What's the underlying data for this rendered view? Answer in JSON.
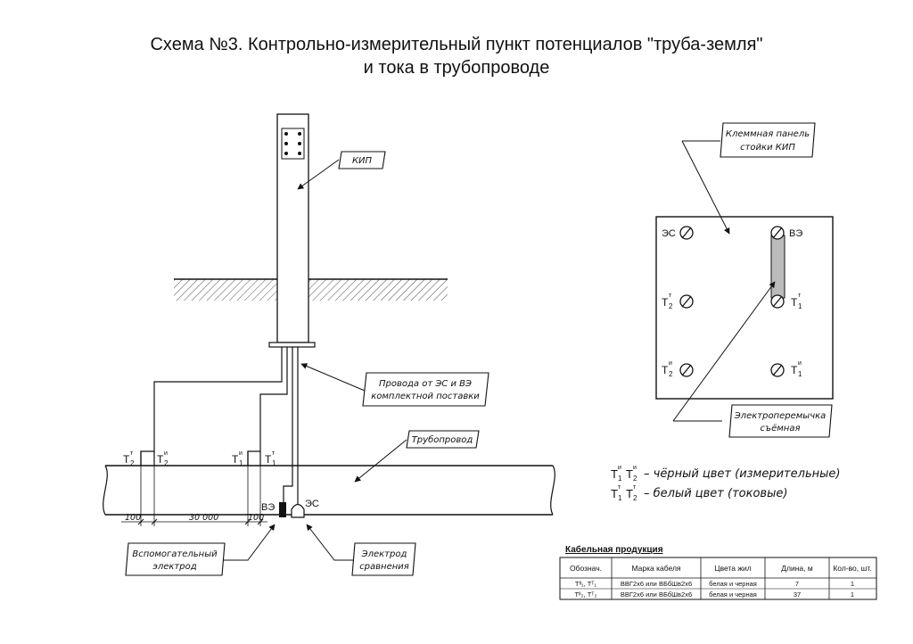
{
  "title": {
    "line1": "Схема №3. Контрольно-измерительный пункт потенциалов \"труба-земля\"",
    "line2": "и тока в трубопроводе"
  },
  "callouts": {
    "kip": "КИП",
    "wires_line1": "Провода от ЭС и ВЭ",
    "wires_line2": "комплектной поставки",
    "pipeline": "Трубопровод",
    "aux_electrode_line1": "Вспомогательный",
    "aux_electrode_line2": "электрод",
    "ref_electrode_line1": "Электрод",
    "ref_electrode_line2": "сравнения",
    "terminal_panel_line1": "Клеммная панель",
    "terminal_panel_line2": "стойки КИП",
    "jumper_line1": "Электроперемычка",
    "jumper_line2": "съёмная"
  },
  "pipe_labels": {
    "t2": "T",
    "t1": "T",
    "sub1": "1",
    "sub2": "2",
    "sup_t": "т",
    "sup_i": "и",
    "ve": "ВЭ",
    "es": "ЭС"
  },
  "dimensions": {
    "d1": "100",
    "d2": "30 000",
    "d3": "100"
  },
  "panel": {
    "es": "ЭС",
    "ve": "ВЭ",
    "t": "T",
    "sub1": "1",
    "sub2": "2",
    "sup_t": "т",
    "sup_i": "и"
  },
  "legend": {
    "line1": "– чёрный цвет (измерительные)",
    "line2": "– белый цвет (токовые)"
  },
  "cable_table": {
    "title": "Кабельная продукция",
    "headers": [
      "Обознач.",
      "Марка кабеля",
      "Цвета жил",
      "Длина, м",
      "Кол-во, шт."
    ],
    "rows": [
      [
        "Тᴵᴵ₁, Тᵀ₁",
        "ВВГ2х6 или ВБбШв2х6",
        "белая и черная",
        "7",
        "1"
      ],
      [
        "Тᴵᴵ₂, Тᵀ₂",
        "ВВГ2х6 или ВБбШв2х6",
        "белая и черная",
        "37",
        "1"
      ]
    ]
  }
}
